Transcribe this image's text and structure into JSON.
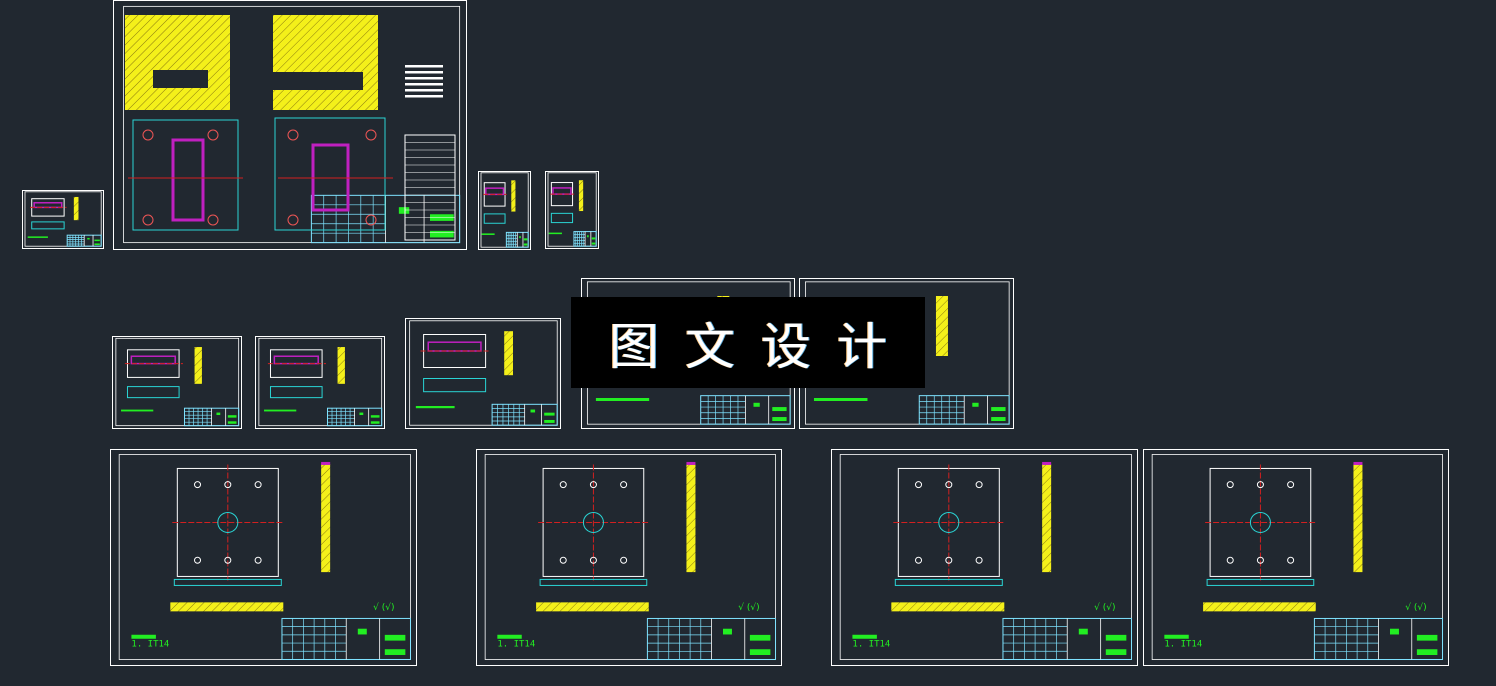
{
  "app": {
    "background": "#212830"
  },
  "watermark": {
    "text": "图文设计"
  },
  "colors": {
    "frame": "#ffffff",
    "title_block": "#7fe3ff",
    "notes": "#22ee22",
    "section_fill": "#f4f01a",
    "centerline": "#d22020",
    "dimension": "#2ad4d4",
    "highlight": "#c020c0"
  },
  "drawing": {
    "tolerance_note": "1.                 IT14",
    "roughness_symbol": "√   (√)"
  },
  "sheets": [
    {
      "name": "sheet-small-part-left"
    },
    {
      "name": "sheet-mold-assembly"
    },
    {
      "name": "sheet-small-part-ring"
    },
    {
      "name": "sheet-small-part-pin"
    },
    {
      "name": "sheet-part-a"
    },
    {
      "name": "sheet-part-b"
    },
    {
      "name": "sheet-part-c"
    },
    {
      "name": "sheet-part-d"
    },
    {
      "name": "sheet-part-e"
    },
    {
      "name": "sheet-plate-1"
    },
    {
      "name": "sheet-plate-2"
    },
    {
      "name": "sheet-plate-3"
    },
    {
      "name": "sheet-plate-4"
    }
  ]
}
